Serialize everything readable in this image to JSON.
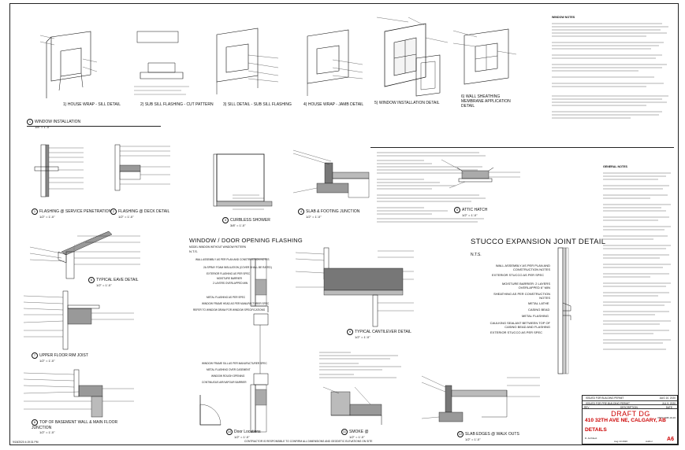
{
  "sheet": {
    "footer_date": "9/18/2020 4:19:31 PM",
    "contractor_note": "CONTRACTOR IS RESPONSIBLE TO CONFIRM ALL DIMENSIONS AND GEODETIC ELEVATIONS ON SITE"
  },
  "window_installation": {
    "section_title": "WINDOW INSTALLATION",
    "section_scale": "1/8\" = 1'-0\"",
    "step_captions": [
      "1) HOUSE WRAP - SILL DETAIL",
      "2) SUB SILL FLASHING - CUT PATTERN",
      "3) SILL DETAIL - SUB SILL FLASHING",
      "4) HOUSE WRAP - JAMB DETAIL",
      "5) WINDOW INSTALLATION DETAIL",
      "6) WALL SHEATHING MEMBRANE APPLICATION DETAIL"
    ]
  },
  "details": {
    "flashing_penetration": {
      "num": "1",
      "title": "FLASHING @ SERVICE PENETRATION",
      "scale": "1/2\" = 1'-0\""
    },
    "flashing_deck": {
      "num": "2",
      "title": "FLASHING @ DECK DETAIL",
      "scale": "1/2\" = 1'-0\""
    },
    "curbless_shower": {
      "num": "3",
      "title": "CURBLESS SHOWER",
      "scale": "3/8\" = 1'-0\""
    },
    "slab_footing": {
      "num": "4",
      "title": "SLAB & FOOTING JUNCTION",
      "scale": "1/2\" = 1'-0\""
    },
    "attic_hatch": {
      "num": "5",
      "title": "ATTIC HATCH",
      "scale": "1/2\" = 1'-0\""
    },
    "typical_eave": {
      "num": "6",
      "title": "TYPICAL EAVE DETAIL",
      "scale": "1/2\" = 1'-0\""
    },
    "upper_floor_rim": {
      "num": "7",
      "title": "UPPER FLOOR RIM JOIST",
      "scale": "1/2\" = 1'-0\""
    },
    "basement_wall": {
      "num": "8",
      "title": "TOP OF BASEMENT WALL & MAIN FLOOR JUNCTION",
      "scale": "1/2\" = 1'-0\""
    },
    "typical_cantilever": {
      "num": "9",
      "title": "TYPICAL CANTILEVER DETAIL",
      "scale": "1/2\" = 1'-0\""
    },
    "door_locations": {
      "num": "10",
      "title": "Door Locations",
      "scale": "1/2\" = 1'-0\""
    },
    "smoke_detector": {
      "num": "11",
      "title": "SMOKE @",
      "scale": "1/2\" = 1'-0\""
    },
    "slab_edges": {
      "num": "12",
      "title": "SLAB EDGES @ WALK OUTS",
      "scale": "1/2\" = 1'-0\""
    }
  },
  "window_flashing": {
    "title": "WINDOW / DOOR OPENING FLASHING",
    "subtitle": "MODEL WINDOW WITHOUT WINDOW PATTERN",
    "nts": "N.T.S.",
    "labels": [
      "WALL ASSEMBLY AS PER PLAN AND CONSTRUCTION NOTES",
      "2A SPRAY FOAM INSULATION (COVER SHALL BE RATED)",
      "EXTERIOR FLASHING AS PER SPEC",
      "MOISTURE BARRIER",
      "2 LAYERS OVERLAPPED MIN",
      "METAL FLASHING AS PER SPEC",
      "WINDOW FRAME HEAD AS PER MANUFACTURER SPEC",
      "REFER TO WINDOW DRAW FOR WINDOW SPECIFICATIONS",
      "WINDOW FRAME SILL AS PER MANUFACTURER SPEC",
      "METAL FLASHING OVER CASEMENT",
      "WINDOW ROUGH OPENING",
      "CONTINUOUS AIR/VAPOUR BARRIER"
    ]
  },
  "stucco": {
    "title": "STUCCO EXPANSION JOINT DETAIL",
    "nts": "N.T.S.",
    "labels": [
      "WALL ASSEMBLY AS PER PLAN AND CONSTRUCTION NOTES",
      "EXTERIOR STUCCO AS PER SPEC",
      "MOISTURE BARRIER: 2 LAYERS OVERLAPPED 6\" MIN",
      "SHEATHING AS PER CONSTRUCTION NOTES",
      "METAL LATHE",
      "CASING BEAD",
      "METAL FLASHING",
      "CAULKING SEALANT BETWEEN TOP OF CASING BEAD AND FLASHING",
      "EXTERIOR STUCCO AS PER SPEC"
    ]
  },
  "general_notes": {
    "heading": "GENERAL NOTES",
    "window_notes_heading": "WINDOW NOTES"
  },
  "title_block": {
    "revisions": [
      {
        "desc": "ISSUED FOR BUILDING PERMIT",
        "date": "AUG 10, 2020"
      },
      {
        "desc": "ISSUED FOR PRE-BUILDING PERMIT",
        "date": "JUL 9, 2020"
      }
    ],
    "rev_col": "REV",
    "desc_col": "DESCRIPTION",
    "date_col": "DATE",
    "status": "DRAFT DG",
    "address": "410 32TH AVE NE, CALGARY, AB",
    "sheet_title": "DETAILS",
    "page": "A6",
    "project_id": "PROJ #08-19-20",
    "drawn_by": "D. Architect",
    "date": "Aug 10 2020",
    "checked": "Author"
  },
  "colors": {
    "ink": "#111111",
    "accent_red": "#cc0000",
    "hatch_gray": "#9a9a9a"
  }
}
